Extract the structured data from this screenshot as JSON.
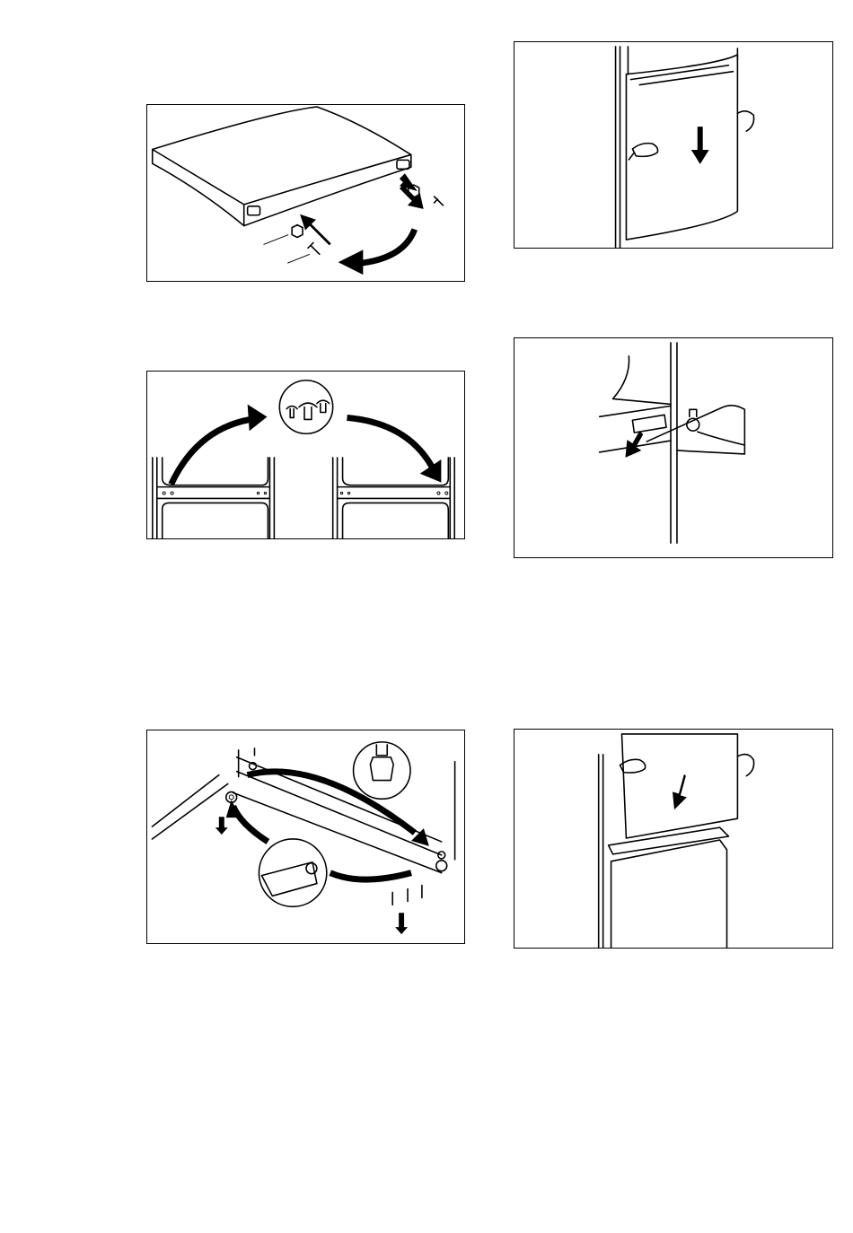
{
  "page": {
    "title": "",
    "background": "#ffffff",
    "line_color": "#000000"
  },
  "figures": [
    {
      "id": "top-panel-hinge-cap",
      "icon": "top-cover-hinge-cap-illustration"
    },
    {
      "id": "hole-cover-transfer",
      "icon": "hole-cover-plugs-illustration"
    },
    {
      "id": "bottom-hinge-transfer",
      "icon": "bottom-hinge-swap-illustration"
    },
    {
      "id": "upper-door-fit",
      "icon": "upper-door-lowering-illustration"
    },
    {
      "id": "middle-hinge-screw",
      "icon": "middle-hinge-screwdriver-illustration"
    },
    {
      "id": "lower-door-fit",
      "icon": "lower-door-lowering-illustration"
    }
  ]
}
